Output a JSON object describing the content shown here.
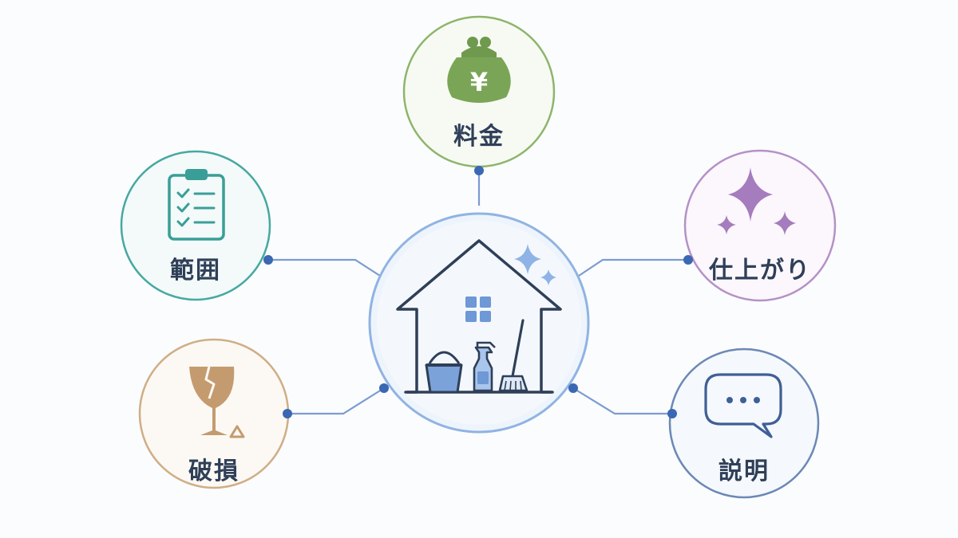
{
  "diagram": {
    "center": {
      "name": "house-cleaning",
      "icon": "house-with-cleaning-tools-icon"
    },
    "nodes": [
      {
        "id": "fee",
        "label": "料金",
        "icon": "yen-purse-icon",
        "color": "#7aa35a"
      },
      {
        "id": "scope",
        "label": "範囲",
        "icon": "clipboard-checklist-icon",
        "color": "#3aa19c"
      },
      {
        "id": "finish",
        "label": "仕上がり",
        "icon": "sparkles-icon",
        "color": "#a97fbe"
      },
      {
        "id": "damage",
        "label": "破損",
        "icon": "broken-glass-icon",
        "color": "#c9a57c"
      },
      {
        "id": "explanation",
        "label": "説明",
        "icon": "speech-bubble-icon",
        "color": "#5b79a8"
      }
    ],
    "colors": {
      "connector": "#6e93d0",
      "dot": "#3f6db6",
      "center_ring": "#90b3e3",
      "ink": "#2f3f58"
    }
  }
}
